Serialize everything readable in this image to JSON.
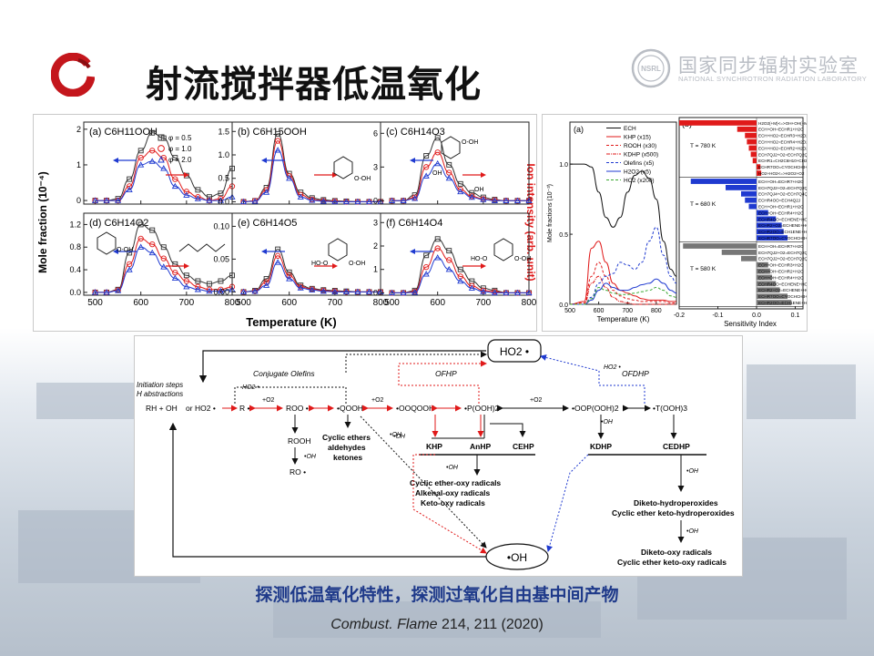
{
  "header": {
    "title": "射流搅拌器低温氧化",
    "institution_cn": "国家同步辐射实验室",
    "institution_en": "NATIONAL SYNCHROTRON RADIATION LABORATORY",
    "institution_mark": "NSRL"
  },
  "figure_left": {
    "y_label_left": "Mole fraction (10⁻⁴)",
    "y_label_right": "Ion intensity (arb. unit)",
    "x_label": "Temperature (K)",
    "legend": [
      "φ = 0.5",
      "φ = 1.0",
      "φ = 2.0"
    ],
    "x_ticks": [
      "500",
      "600",
      "700",
      "800"
    ],
    "subplots": [
      {
        "label": "(a) C6H11OOH",
        "y_ticks": [
          "0",
          "1",
          "2"
        ]
      },
      {
        "label": "(b) C6H15OOH",
        "y_ticks": [
          "0.0",
          "0.5",
          "1.0",
          "1.5"
        ]
      },
      {
        "label": "(c) C6H14O3",
        "y_ticks": [
          "0",
          "3",
          "6"
        ]
      },
      {
        "label": "(d) C6H14O2",
        "y_ticks": [
          "0.0",
          "0.4",
          "0.8",
          "1.2"
        ]
      },
      {
        "label": "(e) C6H14O5",
        "y_ticks": [
          "0.00",
          "0.05",
          "0.10"
        ]
      },
      {
        "label": "(f) C6H14O4",
        "y_ticks": [
          "0",
          "1",
          "2",
          "3"
        ]
      }
    ],
    "struct_labels": [
      "O-OH",
      "OH",
      "O-OH",
      "OH",
      "O-OH",
      "HO-O",
      "O-OH",
      "HO-O",
      "O-OH"
    ]
  },
  "figure_right": {
    "panel_a": "(a)",
    "panel_b": "(b)",
    "y_label": "Mole fractions (10⁻³)",
    "x_label": "Temperature (K)",
    "x_label_b": "Sensitivity Index",
    "legend": [
      "ECH",
      "KHP (x15)",
      "ROOH (x30)",
      "KDHP (x500)",
      "Olefins (x5)",
      "H2O2 (x5)",
      "HO2 (x200)"
    ],
    "y_ticks": [
      "0.0",
      "0.5",
      "1.0"
    ],
    "x_ticks": [
      "500",
      "600",
      "700",
      "800"
    ],
    "x_ticks_b": [
      "-0.2",
      "-0.1",
      "0.0",
      "0.1"
    ],
    "temps": [
      "T = 780 K",
      "T = 680 K",
      "T = 580 K"
    ],
    "reactions": [
      "H2O2(+M)<=>OH+OH(+M)",
      "ECH+OH=ECHR1+H2O",
      "ECH+HO2=ECHR3+H2O2",
      "ECH+HO2=ECHR4+H2O2",
      "ECH+HO2=ECHR2+H2O2",
      "ECH7QJ2+O2=ECH7Q2QJ",
      "ECHR1=CH2C6H10+CH3",
      "ECHR7OO=CYOCHCH3+HO2",
      "HO2+HO2<=>H2O2+O2",
      "ECH+OH=ECHR7+H2O",
      "ECH7QJ2+O2=ECH7Q2QJ",
      "ECH7QJ4+O2=ECH7Q4QJ",
      "ECHR4OO=ECH4Q2J",
      "ECH+OH=ECHR1+H2O",
      "ECH+OH=ECHR4+H2O",
      "ECHR4OO=ECHENE+HO2",
      "ECHR2+O2=ECHENE+HO2",
      "ECHR2OO=ECH1ENE+HO2",
      "ECHR7OO=CYOCHCH3+HO2",
      "ECH+OH=ECHR7+H2O",
      "ECH7QJ2+O2=ECH7Q2QJ",
      "ECH7QJ2+O2=ECH7Q2QJ",
      "ECH+OH=ECHR3+H2O",
      "ECH+OH=ECHR2+H2O",
      "ECH+OH=ECHR4+H2O",
      "ECHR4OO=ECHENE+HO2",
      "ECHR2+O2=ECHENE+HO2",
      "ECHR7OO=CYOCHCH3+HO2",
      "ECHR2OO=ECH1ENE+HO2"
    ]
  },
  "mechanism": {
    "ho2": "HO2 •",
    "oh": "•OH",
    "initiation": "Initiation steps",
    "habs": "H abstractions",
    "rh_oh": "RH + OH",
    "or": "or",
    "ho2_reactant": "HO2 •",
    "r": "R •",
    "roo": "ROO •",
    "qooh": "•QOOH",
    "ooqooh": "•OOQOOH",
    "pooh2": "•P(OOH)2",
    "ooppooh2": "•OOP(OOH)2",
    "tooh3": "•T(OOH)3",
    "o2": "+O2",
    "conjugate_olefins": "Conjugate Olefins",
    "ofhp": "OFHP",
    "ofdhp": "OFDHP",
    "ho2_dot": "HO2 •",
    "rooh": "ROOH",
    "oh_small": "•OH",
    "ro": "RO •",
    "cyclic_ethers": "Cyclic ethers",
    "aldehydes": "aldehydes",
    "ketones": "ketones",
    "khp": "KHP",
    "anhp": "AnHP",
    "cehp": "CEHP",
    "kdhp": "KDHP",
    "cedhp": "CEDHP",
    "radicals1": [
      "Cyclic ether-oxy radicals",
      "Alkenal-oxy radicals",
      "Keto-oxy radicals"
    ],
    "products2": [
      "Diketo-hydroperoxides",
      "Cyclic ether keto-hydroperoxides"
    ],
    "radicals2": [
      "Diketo-oxy radicals",
      "Cyclic ether keto-oxy radicals"
    ]
  },
  "caption": "探测低温氧化特性，探测过氧化自由基中间产物",
  "citation": {
    "journal": "Combust. Flame",
    "ref": "214, 211 (2020)"
  },
  "colors": {
    "red": "#e01a1a",
    "blue": "#1f3ad0",
    "caption": "#1f3a8a",
    "gray": "#777777"
  },
  "chart_data": [
    {
      "type": "scatter",
      "title": "(a) C6H11OOH",
      "xlabel": "Temperature (K)",
      "ylabel": "Mole fraction (10⁻⁴)",
      "xlim": [
        475,
        800
      ],
      "ylim": [
        -0.1,
        2.2
      ],
      "x": [
        500,
        525,
        550,
        575,
        600,
        625,
        650,
        675,
        700,
        725,
        750,
        775,
        800
      ],
      "series": [
        {
          "name": "φ = 0.5",
          "values": [
            0,
            0,
            0.05,
            0.6,
            1.4,
            1.9,
            1.75,
            1.2,
            0.7,
            0.3,
            0.1,
            0.2,
            0.9
          ]
        },
        {
          "name": "φ = 1.0",
          "values": [
            0,
            0,
            0,
            0.4,
            1.2,
            1.4,
            1.2,
            0.6,
            0.25,
            0.1,
            0,
            0.05,
            0.4
          ]
        },
        {
          "name": "φ = 2.0",
          "values": [
            0,
            0,
            0,
            0.3,
            1.0,
            1.1,
            0.9,
            0.4,
            0.15,
            0.05,
            0,
            0,
            0.1
          ]
        }
      ]
    },
    {
      "type": "line",
      "title": "(b) C6H15OOH",
      "xlim": [
        475,
        800
      ],
      "ylim": [
        -0.05,
        1.7
      ],
      "x": [
        500,
        525,
        550,
        575,
        600,
        625,
        650,
        675,
        700,
        725,
        750,
        775,
        800
      ],
      "series": [
        {
          "name": "φ = 0.5",
          "values": [
            0,
            0.02,
            0.3,
            1.45,
            0.6,
            0.2,
            0.08,
            0.04,
            0.02,
            0.01,
            0,
            0,
            0
          ]
        },
        {
          "name": "φ = 1.0",
          "values": [
            0,
            0.02,
            0.25,
            1.3,
            0.55,
            0.15,
            0.05,
            0.02,
            0.01,
            0,
            0,
            0,
            0
          ]
        },
        {
          "name": "φ = 2.0",
          "values": [
            0,
            0.01,
            0.2,
            1.1,
            0.5,
            0.1,
            0.03,
            0.01,
            0,
            0,
            0,
            0,
            0
          ]
        }
      ]
    },
    {
      "type": "line",
      "title": "(c) C6H14O3",
      "xlim": [
        475,
        800
      ],
      "ylim": [
        -0.3,
        7
      ],
      "x": [
        500,
        525,
        550,
        575,
        600,
        625,
        650,
        675,
        700,
        725,
        750,
        775,
        800
      ],
      "series": [
        {
          "name": "φ = 0.5",
          "values": [
            0,
            0,
            0.5,
            4.0,
            5.6,
            3.2,
            1.5,
            0.7,
            0.3,
            0.1,
            0,
            0,
            0
          ]
        },
        {
          "name": "φ = 1.0",
          "values": [
            0,
            0,
            0.3,
            3.0,
            4.3,
            2.5,
            1.0,
            0.4,
            0.15,
            0.05,
            0,
            0,
            0
          ]
        },
        {
          "name": "φ = 2.0",
          "values": [
            0,
            0,
            0.2,
            2.2,
            3.3,
            2.0,
            0.8,
            0.3,
            0.1,
            0,
            0,
            0,
            0
          ]
        }
      ]
    },
    {
      "type": "line",
      "title": "(d) C6H14O2",
      "xlim": [
        475,
        800
      ],
      "ylim": [
        -0.05,
        1.4
      ],
      "x": [
        500,
        525,
        550,
        575,
        600,
        625,
        650,
        675,
        700,
        725,
        750,
        775,
        800
      ],
      "series": [
        {
          "name": "φ = 0.5",
          "values": [
            0,
            0,
            0.05,
            0.7,
            1.2,
            1.1,
            0.8,
            0.5,
            0.3,
            0.2,
            0.15,
            0.2,
            0.3
          ]
        },
        {
          "name": "φ = 1.0",
          "values": [
            0,
            0,
            0.04,
            0.5,
            0.95,
            0.85,
            0.6,
            0.35,
            0.2,
            0.1,
            0.05,
            0.05,
            0.1
          ]
        },
        {
          "name": "φ = 2.0",
          "values": [
            0,
            0,
            0.03,
            0.4,
            0.8,
            0.7,
            0.45,
            0.25,
            0.1,
            0.05,
            0.02,
            0.02,
            0.05
          ]
        }
      ]
    },
    {
      "type": "line",
      "title": "(e) C6H14O5",
      "xlim": [
        475,
        800
      ],
      "ylim": [
        -0.005,
        0.12
      ],
      "x": [
        500,
        525,
        550,
        575,
        600,
        625,
        650,
        675,
        700,
        725,
        750,
        775,
        800
      ],
      "series": [
        {
          "name": "φ = 0.5",
          "values": [
            0,
            0.002,
            0.02,
            0.065,
            0.03,
            0.01,
            0.005,
            0.003,
            0.002,
            0.001,
            0,
            0,
            0
          ]
        },
        {
          "name": "φ = 1.0",
          "values": [
            0,
            0.001,
            0.015,
            0.055,
            0.025,
            0.008,
            0.004,
            0.002,
            0.001,
            0,
            0,
            0,
            0
          ]
        },
        {
          "name": "φ = 2.0",
          "values": [
            0,
            0.001,
            0.01,
            0.045,
            0.02,
            0.006,
            0.003,
            0.001,
            0,
            0,
            0,
            0,
            0
          ]
        }
      ]
    },
    {
      "type": "line",
      "title": "(f) C6H14O4",
      "xlim": [
        475,
        800
      ],
      "ylim": [
        -0.1,
        3.4
      ],
      "x": [
        500,
        525,
        550,
        575,
        600,
        625,
        650,
        675,
        700,
        725,
        750,
        775,
        800
      ],
      "series": [
        {
          "name": "φ = 0.5",
          "values": [
            0,
            0,
            0.1,
            1.6,
            2.3,
            1.8,
            1.0,
            0.5,
            0.2,
            0.1,
            0,
            0,
            0
          ]
        },
        {
          "name": "φ = 1.0",
          "values": [
            0,
            0,
            0.05,
            1.1,
            1.9,
            1.4,
            0.7,
            0.3,
            0.1,
            0.05,
            0,
            0,
            0
          ]
        },
        {
          "name": "φ = 2.0",
          "values": [
            0,
            0,
            0.02,
            0.8,
            1.5,
            1.0,
            0.5,
            0.2,
            0.05,
            0,
            0,
            0,
            0
          ]
        }
      ]
    },
    {
      "type": "line",
      "title": "(a)",
      "xlabel": "Temperature (K)",
      "ylabel": "Mole fractions (10⁻³)",
      "xlim": [
        500,
        870
      ],
      "ylim": [
        0,
        1.3
      ],
      "x": [
        500,
        550,
        575,
        600,
        625,
        650,
        675,
        700,
        725,
        750,
        775,
        800,
        825,
        850,
        870
      ],
      "series": [
        {
          "name": "ECH",
          "values": [
            1.0,
            1.0,
            0.98,
            0.8,
            0.62,
            0.55,
            0.62,
            0.8,
            0.92,
            0.95,
            0.9,
            0.75,
            0.45,
            0.25,
            0.2
          ]
        },
        {
          "name": "KHP (x15)",
          "values": [
            0,
            0.02,
            0.4,
            0.45,
            0.3,
            0.15,
            0.1,
            0.08,
            0.06,
            0.04,
            0.03,
            0.03,
            0.03,
            0.02,
            0.02
          ]
        },
        {
          "name": "ROOH (x30)",
          "values": [
            0,
            0.01,
            0.2,
            0.3,
            0.2,
            0.1,
            0.06,
            0.04,
            0.03,
            0.02,
            0.02,
            0.02,
            0.02,
            0.01,
            0.01
          ]
        },
        {
          "name": "KDHP (x500)",
          "values": [
            0,
            0,
            0.15,
            0.2,
            0.12,
            0.05,
            0.02,
            0.01,
            0,
            0,
            0,
            0,
            0,
            0,
            0
          ]
        },
        {
          "name": "Olefins (x5)",
          "values": [
            0,
            0,
            0.05,
            0.15,
            0.2,
            0.22,
            0.3,
            0.28,
            0.25,
            0.3,
            0.45,
            0.55,
            0.35,
            0.2,
            0.15
          ]
        },
        {
          "name": "H2O2 (x5)",
          "values": [
            0,
            0,
            0.03,
            0.1,
            0.15,
            0.12,
            0.1,
            0.1,
            0.12,
            0.14,
            0.15,
            0.18,
            0.15,
            0.1,
            0.08
          ]
        },
        {
          "name": "HO2 (x200)",
          "values": [
            0,
            0,
            0.04,
            0.12,
            0.1,
            0.08,
            0.07,
            0.07,
            0.08,
            0.09,
            0.1,
            0.12,
            0.1,
            0.06,
            0.05
          ]
        }
      ]
    },
    {
      "type": "bar",
      "title": "(b)",
      "xlabel": "Sensitivity Index",
      "xlim": [
        -0.2,
        0.12
      ],
      "series": [
        {
          "name": "T = 780 K",
          "values": [
            -0.2,
            -0.05,
            -0.03,
            -0.025,
            -0.02,
            -0.015,
            -0.01,
            0.01,
            0.012
          ]
        },
        {
          "name": "T = 680 K",
          "values": [
            -0.17,
            -0.08,
            -0.04,
            -0.03,
            -0.02,
            0.03,
            0.05,
            0.065,
            0.07,
            0.08
          ]
        },
        {
          "name": "T = 580 K",
          "values": [
            -0.19,
            -0.09,
            -0.04,
            0.03,
            0.035,
            0.04,
            0.05,
            0.06,
            0.08,
            0.09
          ]
        }
      ]
    }
  ]
}
